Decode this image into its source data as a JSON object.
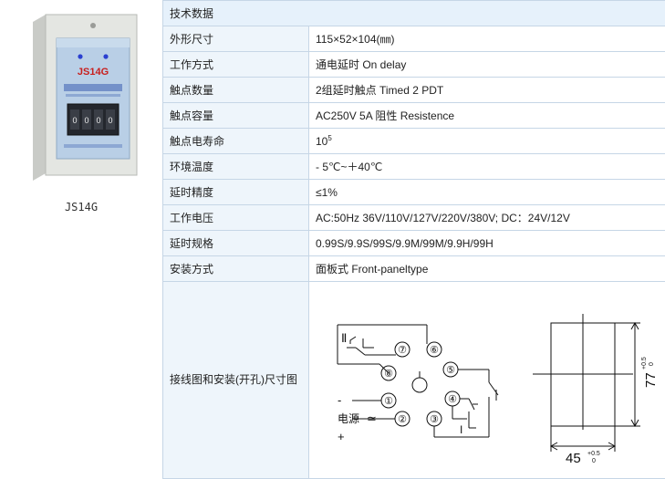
{
  "product": {
    "caption": "JS14G",
    "device_model": "JS14G",
    "device_digits": [
      "0",
      "0",
      "0",
      "0"
    ]
  },
  "table": {
    "header": "技术数据",
    "rows": [
      {
        "label": "外形尺寸",
        "value": "115×52×104(㎜)"
      },
      {
        "label": "工作方式",
        "value": "通电延时  On delay"
      },
      {
        "label": "触点数量",
        "value": "2组延时触点  Timed 2 PDT"
      },
      {
        "label": "触点容量",
        "value": "AC250V 5A 阻性  Resistence"
      },
      {
        "label": "触点电寿命",
        "value": "10",
        "sup": "5"
      },
      {
        "label": "环境温度",
        "value": " - 5℃~＋40℃"
      },
      {
        "label": "延时精度",
        "value": "≤1%"
      },
      {
        "label": "工作电压",
        "value": "AC:50Hz 36V/110V/127V/220V/380V; DC：24V/12V"
      },
      {
        "label": "延时规格",
        "value": "0.99S/9.9S/99S/9.9M/99M/9.9H/99H"
      },
      {
        "label": "安装方式",
        "value": "面板式  Front-paneltype"
      }
    ],
    "diagram_label": "接线图和安装(开孔)尺寸图"
  },
  "diagram": {
    "terminals": [
      "①",
      "②",
      "③",
      "④",
      "⑤",
      "⑥",
      "⑦",
      "⑧"
    ],
    "contact_II": "Ⅱ",
    "contact_I": "I",
    "minus": "-",
    "plus": "+",
    "power": "电源",
    "ac_symbol": "≃",
    "dim_width": "45",
    "dim_width_tol_top": "+0.5",
    "dim_width_tol_bottom": "0",
    "dim_height": "77",
    "dim_height_tol_top": "+0.5",
    "dim_height_tol_bottom": "0"
  }
}
